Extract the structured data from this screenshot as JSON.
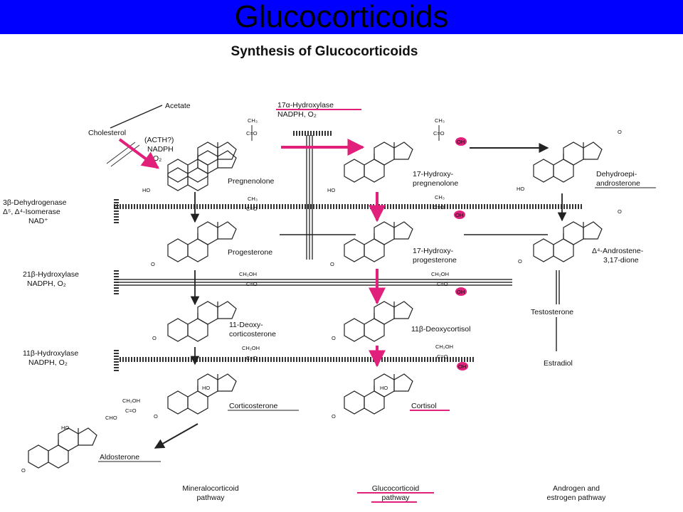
{
  "slide": {
    "title": "Glucocorticoids"
  },
  "figure": {
    "title": "Synthesis of Glucocorticoids",
    "precursors": {
      "acetate": "Acetate",
      "cholesterol": "Cholesterol",
      "cofactors": [
        "(ACTH?)",
        "NADPH",
        "O₂"
      ]
    },
    "enzymes": {
      "hydroxylase_17a": [
        "17α-Hydroxylase",
        "NADPH, O₂"
      ],
      "dehydrogenase_3b": [
        "3β-Dehydrogenase",
        "Δ⁵, Δ⁴-Isomerase",
        "NAD⁺"
      ],
      "hydroxylase_21b": [
        "21β-Hydroxylase",
        "NADPH, O₂"
      ],
      "hydroxylase_11b": [
        "11β-Hydroxylase",
        "NADPH, O₂"
      ]
    },
    "compounds": {
      "pregnenolone": [
        "Pregnenolone"
      ],
      "hydroxypregnenolone": [
        "17-Hydroxy-",
        "pregnenolone"
      ],
      "dhea": [
        "Dehydroepi-",
        "androsterone"
      ],
      "progesterone": [
        "Progesterone"
      ],
      "hydroxyprogesterone": [
        "17-Hydroxy-",
        "progesterone"
      ],
      "androstenedione": [
        "Δ⁴-Androstene-",
        "3,17-dione"
      ],
      "deoxycorticosterone": [
        "11-Deoxy-",
        "corticosterone"
      ],
      "deoxycortisol": [
        "11β-Deoxycortisol"
      ],
      "testosterone": [
        "Testosterone"
      ],
      "estradiol": [
        "Estradiol"
      ],
      "corticosterone": [
        "Corticosterone"
      ],
      "cortisol": [
        "Cortisol"
      ],
      "aldosterone": [
        "Aldosterone"
      ]
    },
    "pathways": {
      "mineralocorticoid": [
        "Mineralocorticoid",
        "pathway"
      ],
      "glucocorticoid": [
        "Glucocorticoid",
        "pathway"
      ],
      "androgen_estrogen": [
        "Androgen and",
        "estrogen pathway"
      ]
    },
    "groups": {
      "ch3": "CH₃",
      "ch2oh": "CH₂OH",
      "co": "C=O",
      "oh": "OH",
      "o": "O",
      "ho": "HO",
      "cho": "CHO"
    },
    "colors": {
      "banner": "#0000ff",
      "highlight": "#e0207a",
      "ink": "#222222"
    }
  }
}
